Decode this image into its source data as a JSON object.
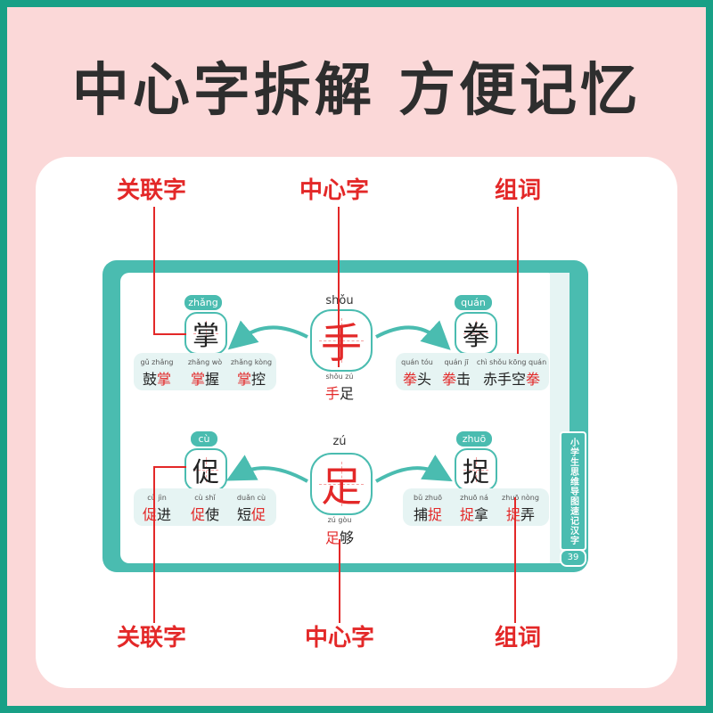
{
  "headline": "中心字拆解 方便记忆",
  "labels": {
    "top_left": "关联字",
    "top_center": "中心字",
    "top_right": "组词",
    "bottom_left": "关联字",
    "bottom_center": "中心字",
    "bottom_right": "组词"
  },
  "book": {
    "side_title": "小学生思维导图速记汉字",
    "page_number": "39"
  },
  "row1": {
    "center": {
      "pinyin": "shǒu",
      "char": "手",
      "word_pinyin": "shǒu zú",
      "word": [
        "手",
        "足"
      ]
    },
    "left": {
      "pinyin": "zhǎng",
      "char": "掌",
      "words": [
        {
          "pinyin": "gǔ zhǎng",
          "a": "鼓",
          "b": "掌"
        },
        {
          "pinyin": "zhǎng wò",
          "a": "掌",
          "b": "握"
        },
        {
          "pinyin": "zhǎng kòng",
          "a": "掌",
          "b": "控"
        }
      ]
    },
    "right": {
      "pinyin": "quán",
      "char": "拳",
      "words": [
        {
          "pinyin": "quán tóu",
          "a": "拳",
          "b": "头"
        },
        {
          "pinyin": "quán jī",
          "a": "拳",
          "b": "击"
        },
        {
          "pinyin": "chì shǒu kōng quán",
          "a": "赤手空",
          "b": "拳"
        }
      ]
    }
  },
  "row2": {
    "center": {
      "pinyin": "zú",
      "char": "足",
      "word_pinyin": "zú gòu",
      "word": [
        "足",
        "够"
      ]
    },
    "left": {
      "pinyin": "cù",
      "char": "促",
      "words": [
        {
          "pinyin": "cù jìn",
          "a": "促",
          "b": "进"
        },
        {
          "pinyin": "cù shǐ",
          "a": "促",
          "b": "使"
        },
        {
          "pinyin": "duǎn cù",
          "a": "短",
          "b": "促"
        }
      ]
    },
    "right": {
      "pinyin": "zhuō",
      "char": "捉",
      "words": [
        {
          "pinyin": "bǔ zhuō",
          "a": "捕",
          "b": "捉"
        },
        {
          "pinyin": "zhuō ná",
          "a": "捉",
          "b": "拿"
        },
        {
          "pinyin": "zhuō nòng",
          "a": "捉",
          "b": "弄"
        }
      ]
    }
  },
  "colors": {
    "accent": "#4abcb0",
    "frame": "#18a086",
    "background": "#fbd8d8",
    "label": "#e32828"
  }
}
